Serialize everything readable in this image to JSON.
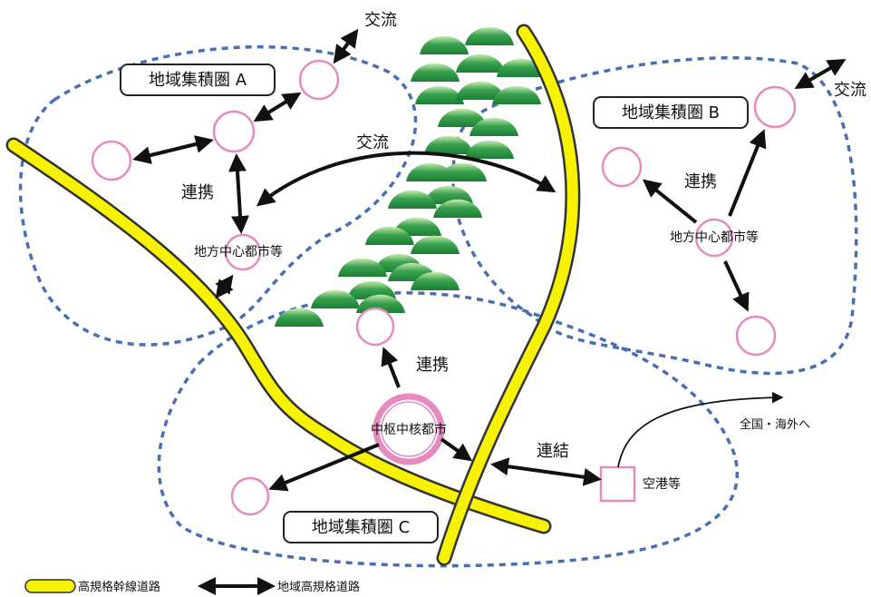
{
  "regions": {
    "a": "地域集積圏 A",
    "b": "地域集積圏 B",
    "c": "地域集積圏 C"
  },
  "labels": {
    "exchange_top": "交流",
    "exchange_mid": "交流",
    "exchange_right": "交流",
    "cooperation_a": "連携",
    "cooperation_b": "連携",
    "cooperation_c": "連携",
    "link": "連結",
    "city_a": "地方中心都市等",
    "city_b": "地方中心都市等",
    "core_city": "中枢中核都市",
    "airport": "空港等",
    "nationwide": "全国・海外へ"
  },
  "legend": {
    "highway": "高規格幹線道路",
    "regional_road": "地域高規格道路"
  },
  "colors": {
    "region_dash": "#4a6fb0",
    "city_circle": "#e58bbf",
    "highway_fill": "#f6f200",
    "highway_stroke": "#333333",
    "arrow": "#111111",
    "mountain_dark": "#1f8a3c",
    "mountain_light": "#b6e0a0"
  },
  "icons": {
    "mountain": "mountain-icon",
    "city": "circle-city-icon",
    "airport": "square-airport-icon"
  }
}
